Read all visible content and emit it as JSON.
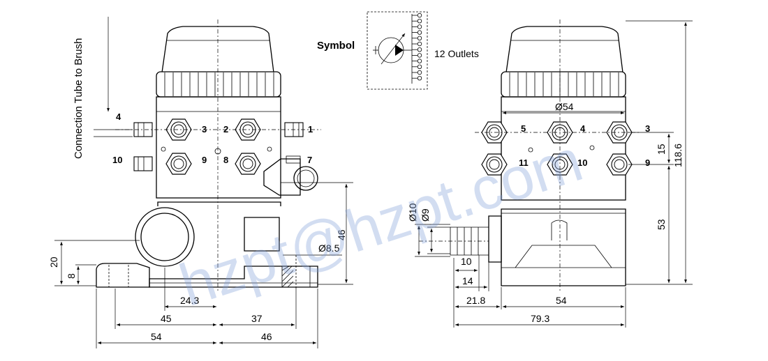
{
  "watermark": "hzpt@hzpt.com",
  "symbol": {
    "title": "Symbol",
    "outlets_label": "12 Outlets"
  },
  "left_view": {
    "side_label": "Connection Tube to Brush",
    "ports": [
      "4",
      "3",
      "2",
      "1",
      "10",
      "9",
      "8",
      "7"
    ],
    "dimensions": {
      "height_46": "46",
      "hole_dia": "Ø8.5",
      "base_20": "20",
      "base_8": "8",
      "width_24_3": "24.3",
      "width_45": "45",
      "width_37": "37",
      "width_54": "54",
      "width_46": "46"
    }
  },
  "right_view": {
    "ports": [
      "5",
      "4",
      "3",
      "11",
      "10",
      "9"
    ],
    "dimensions": {
      "dia_54": "Ø54",
      "v15": "15",
      "v53": "53",
      "v118_6": "118.6",
      "dia10": "Ø10",
      "dia9": "Ø9",
      "h10": "10",
      "h14": "14",
      "h21_8": "21.8",
      "h54": "54",
      "h79_3": "79.3"
    }
  }
}
